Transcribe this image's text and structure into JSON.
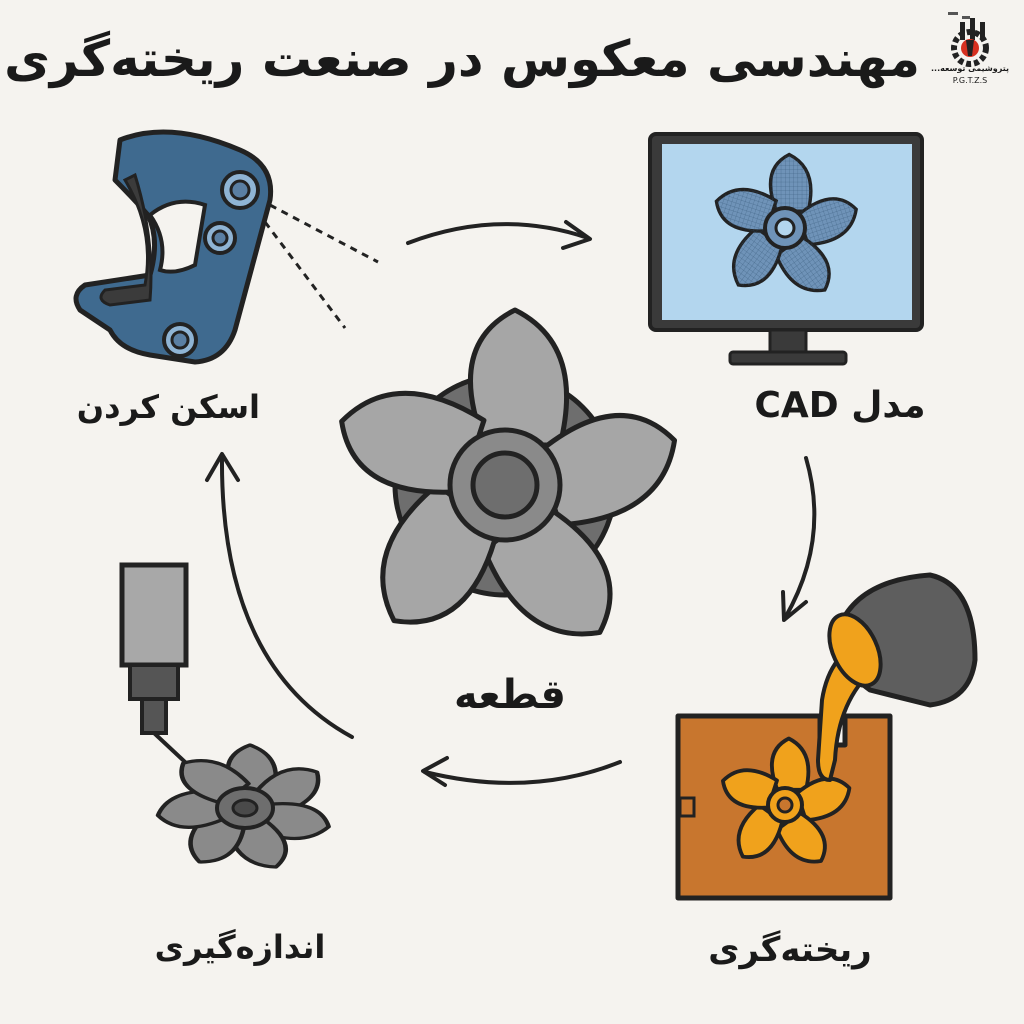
{
  "title": "مهندسی معکوس در صنعت ریخته‌گری",
  "logo": {
    "name": "پتروشیمی توسعه...",
    "abbr": "P.G.T.Z.S"
  },
  "steps": {
    "scan": "اسکن کردن",
    "cad": "مدل CAD",
    "part": "قطعه",
    "measure": "اندازه‌گیری",
    "casting": "ریخته‌گری"
  },
  "colors": {
    "background": "#f5f3ef",
    "scanner": "#3f6a8f",
    "monitor_screen": "#b3d6ee",
    "part_gray": "#a6a6a6",
    "molten_metal": "#f0a21c",
    "mold": "#c8762e"
  }
}
